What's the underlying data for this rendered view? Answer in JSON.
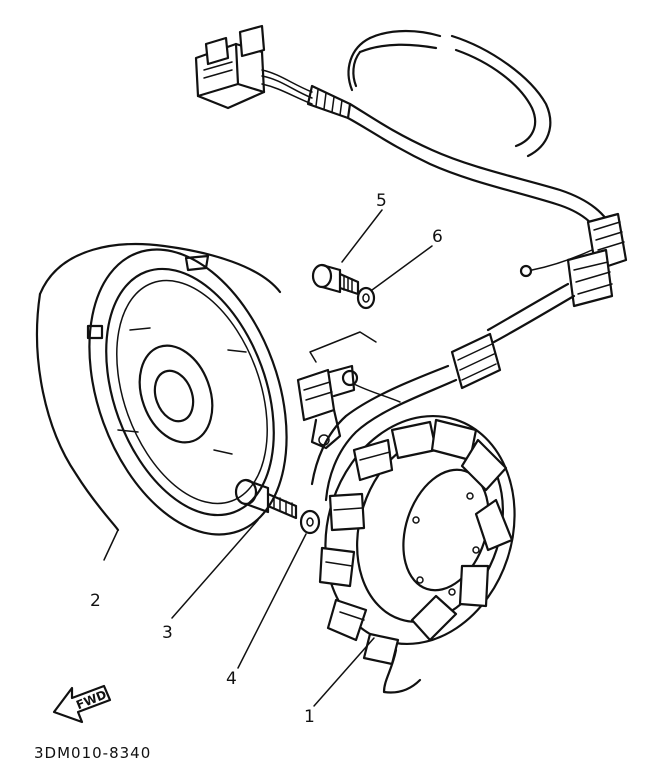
{
  "diagram_code": "3DM010-8340",
  "direction_label": "FWD",
  "callouts": [
    {
      "id": "1",
      "part": "stator"
    },
    {
      "id": "2",
      "part": "rotor"
    },
    {
      "id": "3",
      "part": "bolt"
    },
    {
      "id": "4",
      "part": "washer"
    },
    {
      "id": "5",
      "part": "bolt"
    },
    {
      "id": "6",
      "part": "washer"
    }
  ]
}
